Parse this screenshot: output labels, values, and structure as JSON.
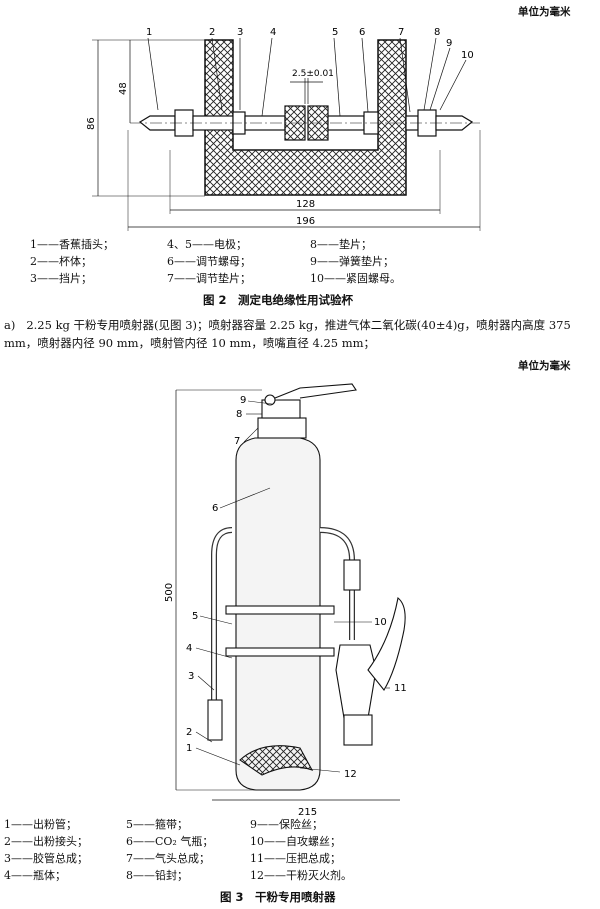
{
  "fig2": {
    "unit_label": "单位为毫米",
    "callouts": [
      "1",
      "2",
      "3",
      "4",
      "5",
      "6",
      "7",
      "8",
      "9",
      "10"
    ],
    "dims": {
      "height_total": "86",
      "height_part": "48",
      "gap": "2.5±0.01",
      "inner_width": "128",
      "outer_width": "196"
    },
    "legend": [
      [
        "1——香蕉插头；",
        "4、5——电极；",
        "8——垫片；"
      ],
      [
        "2——杯体；",
        "6——调节螺母；",
        "9——弹簧垫片；"
      ],
      [
        "3——挡片；",
        "7——调节垫片；",
        "10——紧固螺母。"
      ]
    ],
    "caption": "图 2　测定电绝缘性用试验杯"
  },
  "paragraph_a": {
    "marker": "a)",
    "text": "2.25 kg 干粉专用喷射器(见图 3)；喷射器容量 2.25 kg，推进气体二氧化碳(40±4)g，喷射器内高度 375 mm，喷射器内径 90 mm，喷射管内径 10 mm，喷嘴直径 4.25 mm；"
  },
  "fig3": {
    "unit_label": "单位为毫米",
    "callouts": [
      "1",
      "2",
      "3",
      "4",
      "5",
      "6",
      "7",
      "8",
      "9",
      "10",
      "11",
      "12"
    ],
    "dims": {
      "height": "500",
      "width": "215"
    },
    "legend": [
      [
        "1——出粉管；",
        "5——箍带；",
        "9——保险丝；"
      ],
      [
        "2——出粉接头；",
        "6——CO₂ 气瓶；",
        "10——自攻螺丝；"
      ],
      [
        "3——胶管总成；",
        "7——气头总成；",
        "11——压把总成；"
      ],
      [
        "4——瓶体；",
        "8——铅封；",
        "12——干粉灭火剂。"
      ]
    ],
    "caption": "图 3　干粉专用喷射器"
  }
}
